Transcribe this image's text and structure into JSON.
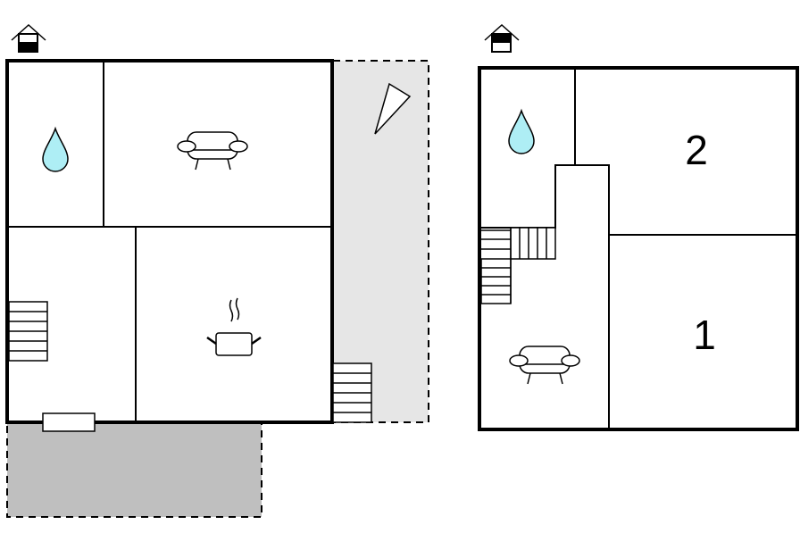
{
  "floor_plans": [
    {
      "floor": "ground",
      "icons": [
        "house-entrance-icon",
        "bathroom-water-drop-icon",
        "living-room-sofa-icon",
        "kitchen-pot-icon",
        "staircase-icon",
        "terrace-staircase-icon",
        "direction-pennant-icon"
      ],
      "areas": [
        "terrace-shaded",
        "patio-shaded"
      ]
    },
    {
      "floor": "upper",
      "icons": [
        "house-upper-floor-icon",
        "bathroom-water-drop-icon",
        "living-room-sofa-icon",
        "staircase-icon"
      ],
      "rooms": [
        {
          "label": "2"
        },
        {
          "label": "1"
        }
      ]
    }
  ],
  "colors": {
    "wall": "#000000",
    "terrace": "#e6e6e6",
    "patio": "#bfbfbf",
    "water": "#aeeef5"
  }
}
